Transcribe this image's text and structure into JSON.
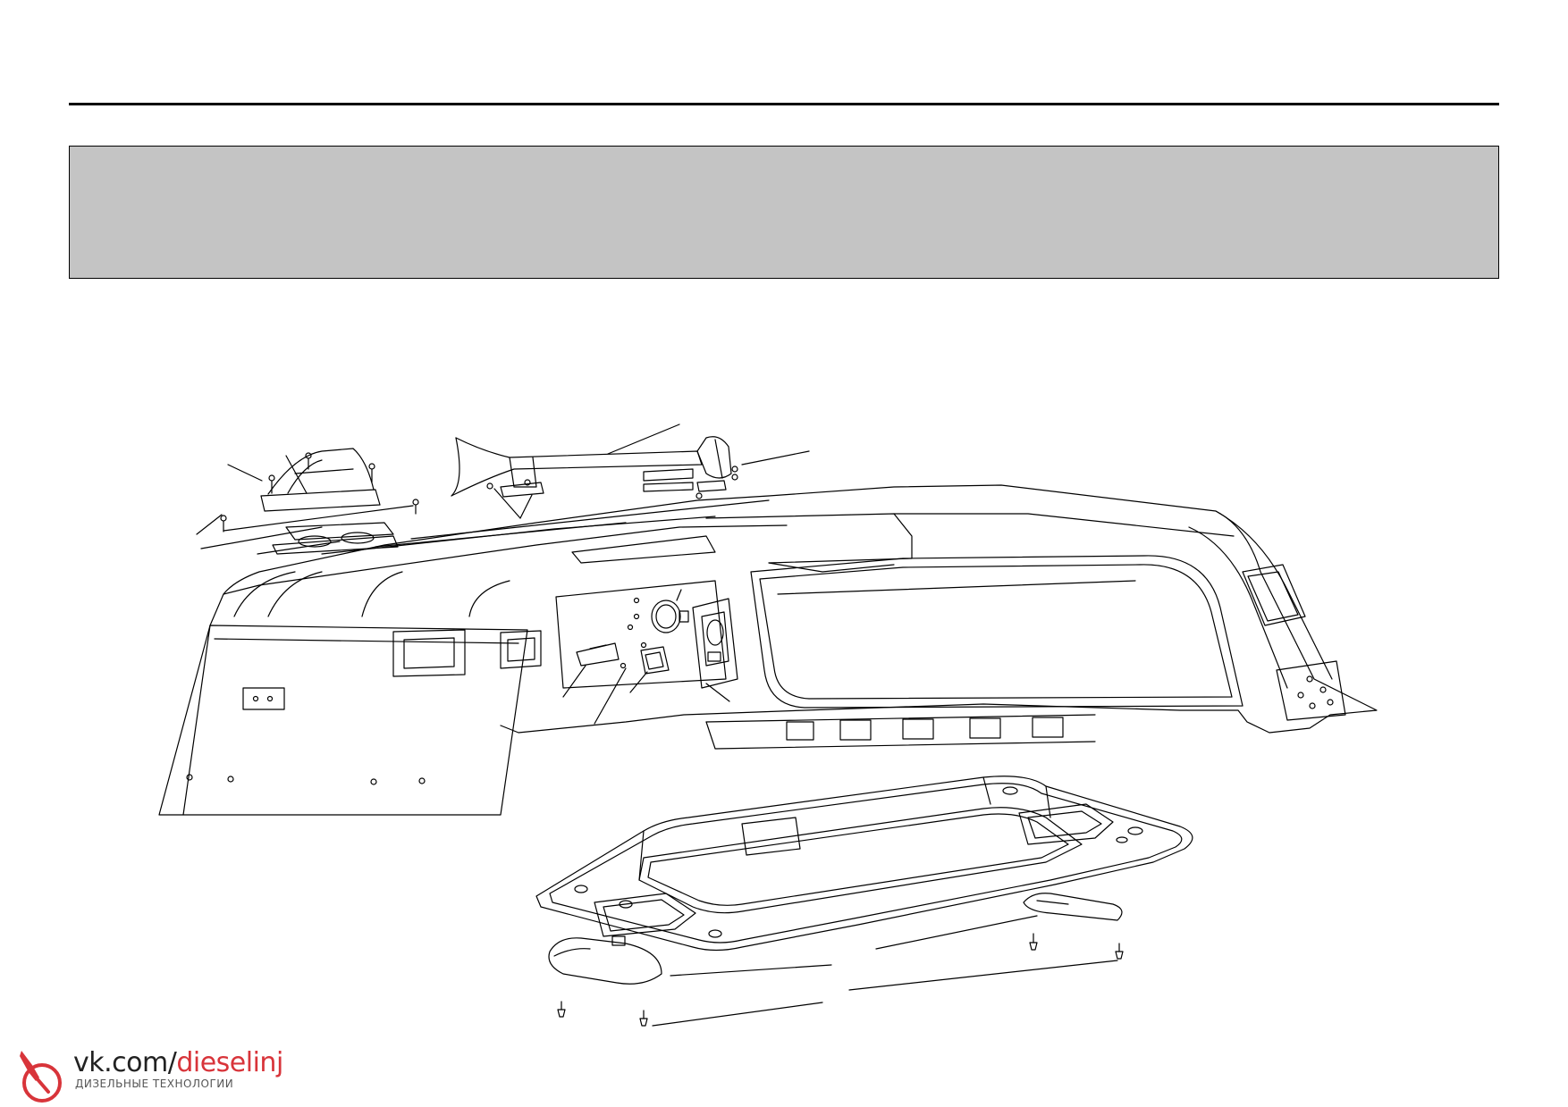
{
  "header": {
    "title": ""
  },
  "watermark": {
    "prefix": "vk.com/",
    "accent": "dieselinj",
    "subtitle": "ДИЗЕЛЬНЫЕ ТЕХНОЛОГИИ",
    "accent_color": "#d8343a"
  },
  "drawing": {
    "subject": "cab roof exploded view",
    "parts": [
      "roof-assembly",
      "roof-marker-light",
      "air-horn",
      "roof-switch-panel",
      "sunroof-hatch-frame",
      "hatch-handles",
      "fasteners"
    ]
  }
}
